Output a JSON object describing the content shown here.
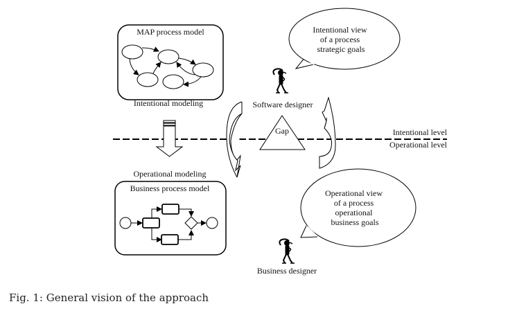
{
  "diagram": {
    "map_model": {
      "title": "MAP process model",
      "caption": "Intentional modeling"
    },
    "bpm_model": {
      "label_above": "Operational modeling",
      "title": "Business process model"
    },
    "software_designer": {
      "label": "Software designer",
      "bubble_lines": [
        "Intentional view",
        "of a process",
        "strategic goals"
      ]
    },
    "business_designer": {
      "label": "Business designer",
      "bubble_lines": [
        "Operational view",
        "of a process",
        "operational",
        "business goals"
      ]
    },
    "gap": {
      "label": "Gap"
    },
    "levels": {
      "upper": "Intentional level",
      "lower": "Operational level"
    },
    "colors": {
      "stroke": "#000000",
      "background": "#ffffff"
    }
  },
  "figure_caption": "Fig. 1: General vision of the approach"
}
